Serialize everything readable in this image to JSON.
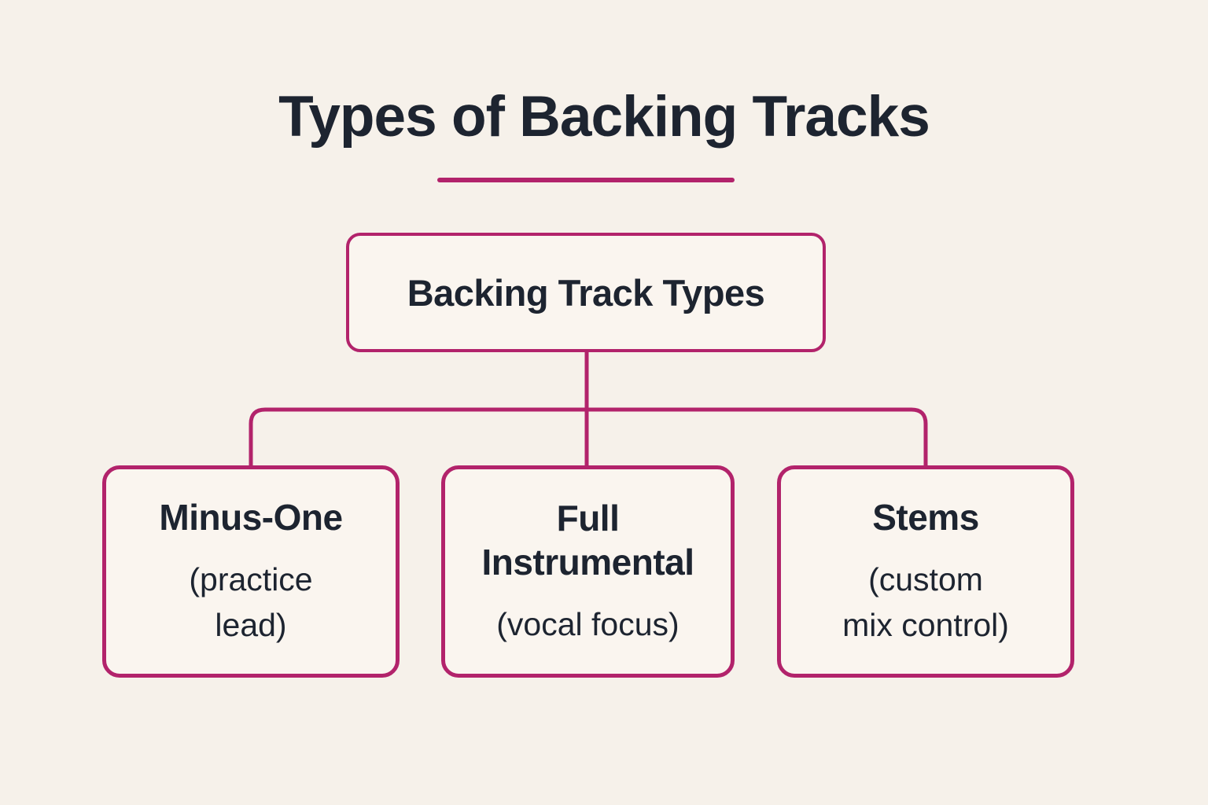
{
  "colors": {
    "background": "#f6f1ea",
    "accent": "#b2236b",
    "box_fill": "#faf5ef",
    "text": "#1d2430"
  },
  "title": {
    "text": "Types of Backing Tracks"
  },
  "tree": {
    "root": {
      "label": "Backing Track Types"
    },
    "children": [
      {
        "title_lines": [
          "Minus-One"
        ],
        "subtitle_lines": [
          "(practice",
          "lead)"
        ]
      },
      {
        "title_lines": [
          "Full",
          "Instrumental"
        ],
        "subtitle_lines": [
          "(vocal focus)"
        ]
      },
      {
        "title_lines": [
          "Stems"
        ],
        "subtitle_lines": [
          "(custom",
          "mix control)"
        ]
      }
    ]
  }
}
